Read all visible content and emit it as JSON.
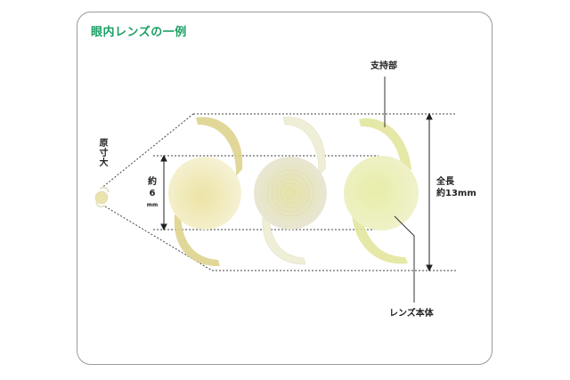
{
  "title": "眼内レンズの一例",
  "labels": {
    "actual_size": "原寸大",
    "diameter_line1": "約",
    "diameter_line2": "6",
    "diameter_unit": "mm",
    "haptic": "支持部",
    "total_length_line1": "全長",
    "total_length_line2": "約13mm",
    "optic": "レンズ本体"
  },
  "lenses": [
    {
      "name": "lens-1",
      "optic_color": "#f2eec0",
      "haptic_color": "#d9d08a"
    },
    {
      "name": "lens-2",
      "optic_color": "#e9e8d6",
      "haptic_color": "#f0efd8"
    },
    {
      "name": "lens-3",
      "optic_color": "#eef0b8",
      "haptic_color": "#e1e59a"
    }
  ],
  "colors": {
    "title": "#1aa063",
    "frame": "#9a9a9a",
    "lines": "#333333"
  }
}
